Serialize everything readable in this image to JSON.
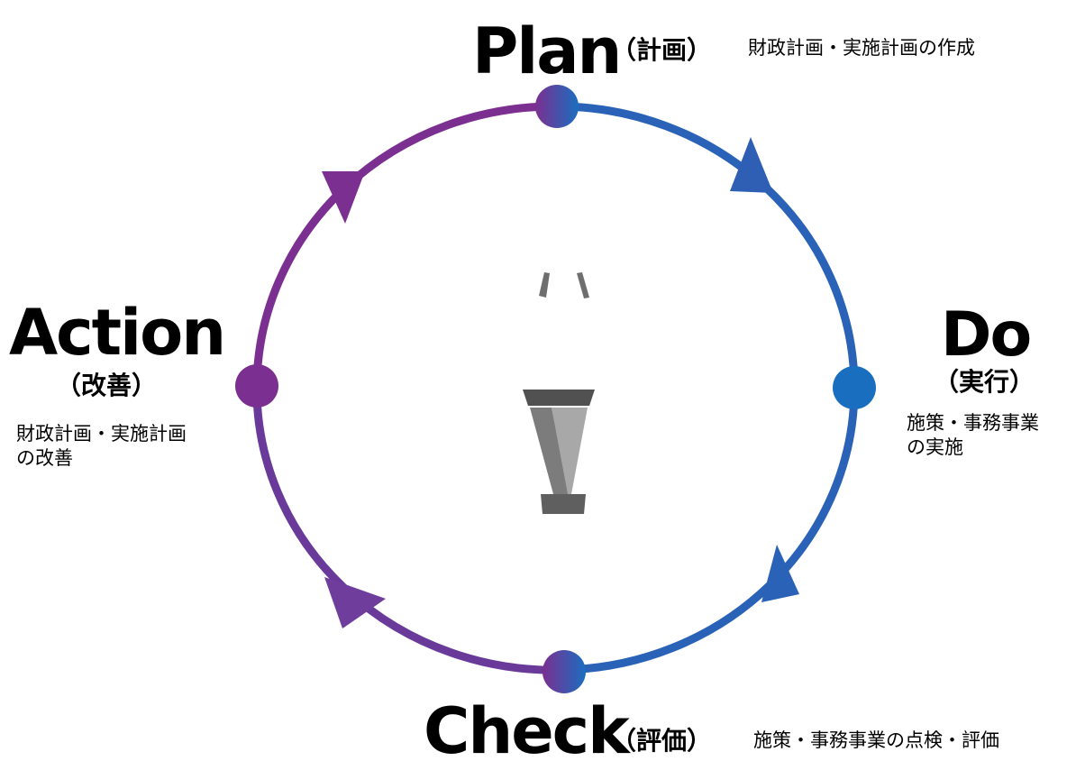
{
  "plan": {
    "title": "Plan",
    "jp": "（計画）",
    "description": "財政計画・実施計画の作成"
  },
  "do": {
    "title": "Do",
    "jp": "（実行）",
    "description_line1": "施策・事務事業",
    "description_line2": "の実施"
  },
  "check": {
    "title": "Check",
    "jp": "（評価）",
    "description": "施策・事務事業の点検・評価"
  },
  "action": {
    "title": "Action",
    "jp": "（改善）",
    "description_line1": "財政計画・実施計画",
    "description_line2": "の改善"
  },
  "colors": {
    "blue": "#1a6ebf",
    "purple": "#7b2f91",
    "text": "#000000"
  }
}
